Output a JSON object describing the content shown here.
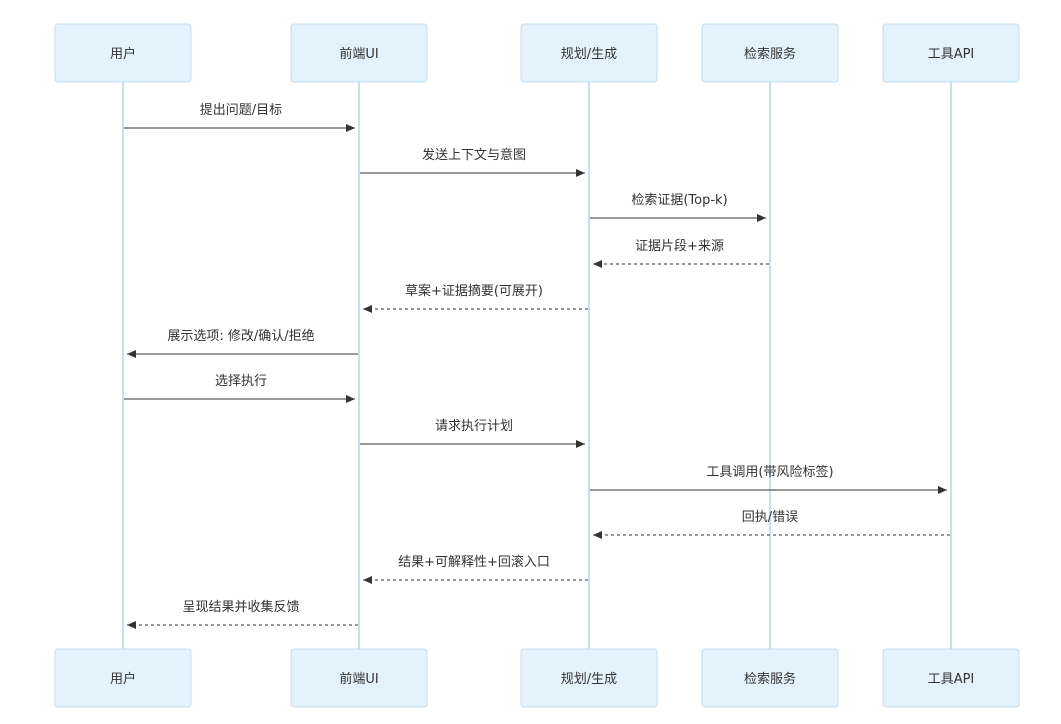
{
  "actors": [
    {
      "id": "user",
      "label": "用户"
    },
    {
      "id": "ui",
      "label": "前端UI"
    },
    {
      "id": "planner",
      "label": "规划/生成"
    },
    {
      "id": "search",
      "label": "检索服务"
    },
    {
      "id": "tools",
      "label": "工具API"
    }
  ],
  "messages": [
    {
      "from": "user",
      "to": "ui",
      "label": "提出问题/目标",
      "style": "solid"
    },
    {
      "from": "ui",
      "to": "planner",
      "label": "发送上下文与意图",
      "style": "solid"
    },
    {
      "from": "planner",
      "to": "search",
      "label": "检索证据(Top-k)",
      "style": "solid"
    },
    {
      "from": "search",
      "to": "planner",
      "label": "证据片段+来源",
      "style": "dashed"
    },
    {
      "from": "planner",
      "to": "ui",
      "label": "草案+证据摘要(可展开)",
      "style": "dashed"
    },
    {
      "from": "ui",
      "to": "user",
      "label": "展示选项: 修改/确认/拒绝",
      "style": "solid"
    },
    {
      "from": "user",
      "to": "ui",
      "label": "选择执行",
      "style": "solid"
    },
    {
      "from": "ui",
      "to": "planner",
      "label": "请求执行计划",
      "style": "solid"
    },
    {
      "from": "planner",
      "to": "tools",
      "label": "工具调用(带风险标签)",
      "style": "solid"
    },
    {
      "from": "tools",
      "to": "planner",
      "label": "回执/错误",
      "style": "dashed"
    },
    {
      "from": "planner",
      "to": "ui",
      "label": "结果+可解释性+回滚入口",
      "style": "dashed"
    },
    {
      "from": "ui",
      "to": "user",
      "label": "呈现结果并收集反馈",
      "style": "dashed"
    }
  ]
}
